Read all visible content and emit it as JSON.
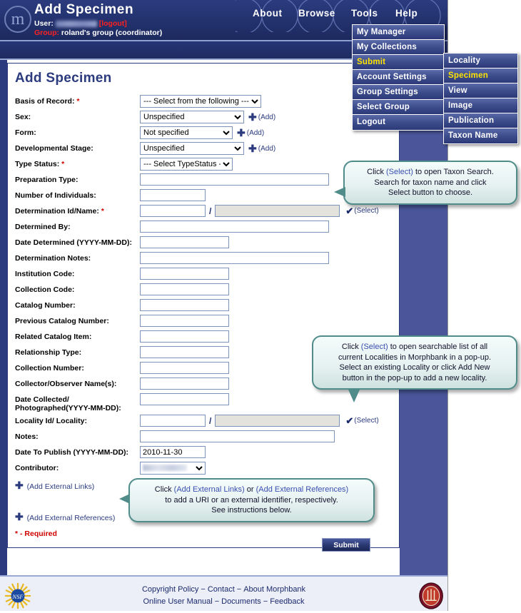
{
  "header": {
    "logo_letter": "m",
    "title": "Add Specimen",
    "user_label": "User:",
    "user_value": "",
    "logout_label": "[logout]",
    "group_label": "Group:",
    "group_value": "roland's group (coordinator)"
  },
  "nav": {
    "items": [
      {
        "label": "About"
      },
      {
        "label": "Browse"
      },
      {
        "label": "Tools"
      },
      {
        "label": "Help"
      }
    ]
  },
  "menus": {
    "tools": [
      {
        "label": "My Manager",
        "active": false
      },
      {
        "label": "My Collections",
        "active": false
      },
      {
        "label": "Submit",
        "active": true
      },
      {
        "label": "Account Settings",
        "active": false
      },
      {
        "label": "Group Settings",
        "active": false
      },
      {
        "label": "Select Group",
        "active": false
      },
      {
        "label": "Logout",
        "active": false
      }
    ],
    "submit_submenu": [
      {
        "label": "Locality",
        "active": false
      },
      {
        "label": "Specimen",
        "active": true
      },
      {
        "label": "View",
        "active": false
      },
      {
        "label": "Image",
        "active": false
      },
      {
        "label": "Publication",
        "active": false
      },
      {
        "label": "Taxon Name",
        "active": false
      }
    ]
  },
  "content": {
    "title": "Add Specimen",
    "required_note": "* - Required",
    "submit_label": "Submit",
    "add_label": "(Add)",
    "select_label": "(Select)",
    "external_links_label": "(Add External Links)",
    "external_references_label": "(Add External References)",
    "fields": {
      "basis_of_record": {
        "label": "Basis of Record:",
        "required": true,
        "value": "--- Select from the following ---"
      },
      "sex": {
        "label": "Sex:",
        "required": false,
        "value": "Unspecified"
      },
      "form": {
        "label": "Form:",
        "required": false,
        "value": "Not specified"
      },
      "developmental_stage": {
        "label": "Developmental Stage:",
        "required": false,
        "value": "Unspecified"
      },
      "type_status": {
        "label": "Type Status:",
        "required": true,
        "value": "--- Select TypeStatus ---"
      },
      "preparation_type": {
        "label": "Preparation Type:",
        "required": false,
        "value": ""
      },
      "number_of_individuals": {
        "label": "Number of Individuals:",
        "required": false,
        "value": ""
      },
      "determination_id_name": {
        "label": "Determination Id/Name:",
        "required": true,
        "value": "",
        "value2": ""
      },
      "determined_by": {
        "label": "Determined By:",
        "required": false,
        "value": ""
      },
      "date_determined": {
        "label": "Date Determined (YYYY-MM-DD):",
        "required": false,
        "value": ""
      },
      "determination_notes": {
        "label": "Determination Notes:",
        "required": false,
        "value": ""
      },
      "institution_code": {
        "label": "Institution Code:",
        "required": false,
        "value": ""
      },
      "collection_code": {
        "label": "Collection Code:",
        "required": false,
        "value": ""
      },
      "catalog_number": {
        "label": "Catalog Number:",
        "required": false,
        "value": ""
      },
      "previous_catalog_number": {
        "label": "Previous Catalog Number:",
        "required": false,
        "value": ""
      },
      "related_catalog_item": {
        "label": "Related Catalog Item:",
        "required": false,
        "value": ""
      },
      "relationship_type": {
        "label": "Relationship Type:",
        "required": false,
        "value": ""
      },
      "collection_number": {
        "label": "Collection Number:",
        "required": false,
        "value": ""
      },
      "collector_observer_names": {
        "label": "Collector/Observer Name(s):",
        "required": false,
        "value": ""
      },
      "date_collected": {
        "label": "Date Collected/ Photographed(YYYY-MM-DD):",
        "label_line1": "Date Collected/",
        "label_line2": "Photographed(YYYY-MM-DD):",
        "required": false,
        "value": ""
      },
      "locality_id_locality": {
        "label": "Locality Id/ Locality:",
        "required": false,
        "value": "",
        "value2": ""
      },
      "notes": {
        "label": "Notes:",
        "required": false,
        "value": ""
      },
      "date_to_publish": {
        "label": "Date To Publish (YYYY-MM-DD):",
        "required": false,
        "value": "2010-11-30"
      },
      "contributor": {
        "label": "Contributor:",
        "required": false,
        "value": ""
      }
    }
  },
  "callouts": {
    "taxon": {
      "line1_pre": "Click ",
      "line1_hl": "(Select)",
      "line1_post": " to open Taxon Search.",
      "line2": "Search for taxon name and click",
      "line3": "Select button to choose."
    },
    "locality": {
      "line1_pre": "Click ",
      "line1_hl": "(Select)",
      "line1_post": " to open searchable list of all",
      "line2": "current Localities in Morphbank in a pop-up.",
      "line3": "Select an existing Locality or click Add New",
      "line4": "button in the pop-up to add a new locality."
    },
    "external": {
      "line1_pre": "Click ",
      "line1_hl1": "(Add External Links)",
      "line1_mid": " or ",
      "line1_hl2": "(Add External References)",
      "line2": "to add a URI or an external identifier, respectively.",
      "line3": "See instructions below."
    }
  },
  "footer": {
    "row1": [
      {
        "label": "Copyright Policy"
      },
      {
        "label": "Contact"
      },
      {
        "label": "About Morphbank"
      }
    ],
    "row2": [
      {
        "label": "Online User Manual"
      },
      {
        "label": "Documents"
      },
      {
        "label": "Feedback"
      }
    ],
    "separator": "−",
    "nsf_text": "NSF"
  },
  "colors": {
    "header_blue": "#2b3b7e",
    "accent_yellow": "#ffe400",
    "required_red": "#d00000",
    "callout_border": "#4f8c8a",
    "link_blue": "#2b3b7e"
  }
}
